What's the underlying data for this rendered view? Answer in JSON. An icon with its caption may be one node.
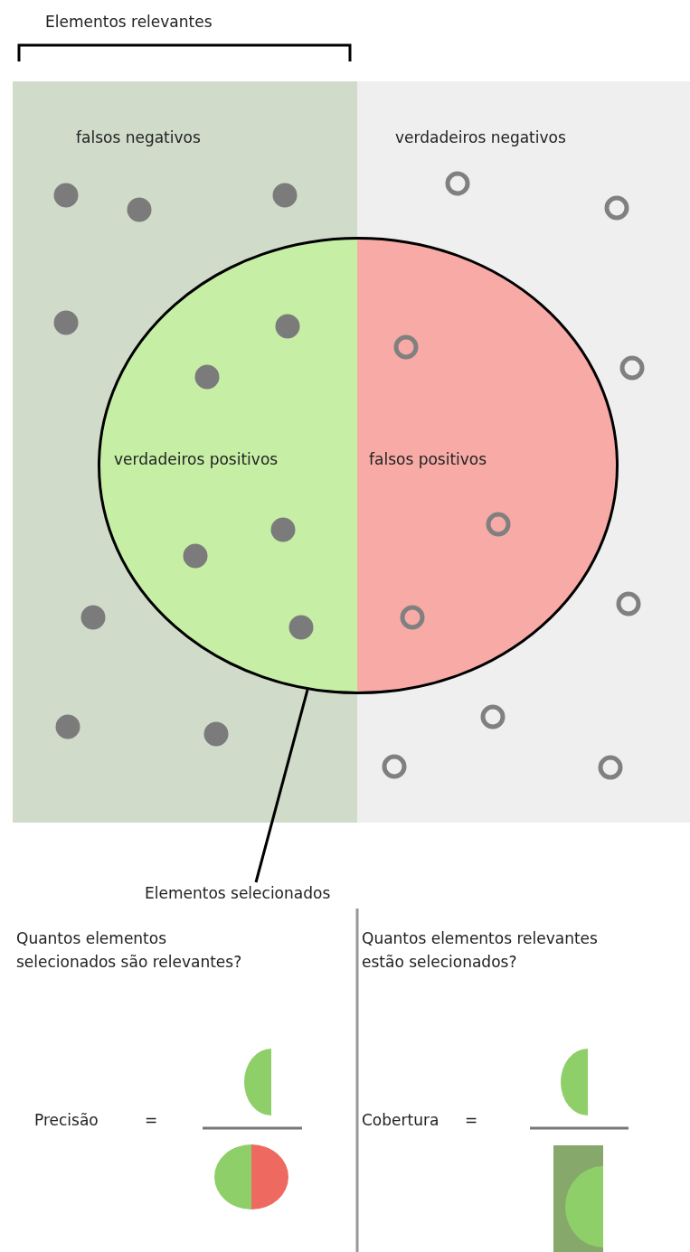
{
  "diagram": {
    "nodes": [
      {
        "text": [
          "falsos negativos"
        ]
      },
      {
        "text": [
          "verdadeiros negativos"
        ]
      },
      {
        "text": [],
        "shape": "ellipse"
      },
      {
        "text": [
          "verdadeiros positivos"
        ]
      },
      {
        "text": [
          "falsos positivos"
        ]
      },
      {
        "text": [
          "Elementos selecionados"
        ]
      }
    ],
    "edges": [
      {
        "from": 2,
        "to": 5,
        "arrow": "none"
      }
    ],
    "labels": [
      "Elementos relevantes",
      "Quantos elementos selecionados são relevantes?",
      "Quantos elementos relevantes estão selecionados?",
      "Precisão",
      "=",
      "Cobertura",
      "="
    ]
  }
}
